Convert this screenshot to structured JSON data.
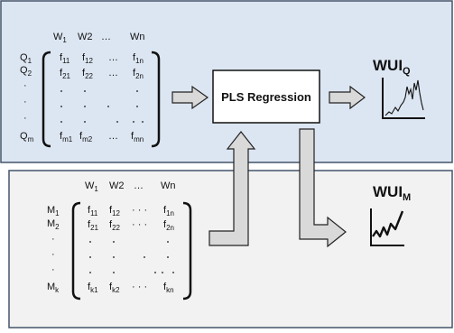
{
  "top_panel": {
    "bg": "#dce6f2",
    "border": "#44546a",
    "col_headers": {
      "w1": "W",
      "w1_sub": "1",
      "w2": "W2",
      "ellipsis": "…",
      "wn": "Wn"
    },
    "row_labels": [
      {
        "main": "Q",
        "sub": "1"
      },
      {
        "main": "Q",
        "sub": "2"
      },
      {
        "main": "·",
        "sub": ""
      },
      {
        "main": "·",
        "sub": ""
      },
      {
        "main": "·",
        "sub": ""
      },
      {
        "main": "Q",
        "sub": "m"
      }
    ],
    "cells": {
      "r1": [
        {
          "main": "f",
          "sub": "11"
        },
        {
          "main": "f",
          "sub": "12"
        },
        {
          "main": "…",
          "sub": ""
        },
        {
          "main": "f",
          "sub": "1n"
        }
      ],
      "r2": [
        {
          "main": "f",
          "sub": "21"
        },
        {
          "main": "f",
          "sub": "22"
        },
        {
          "main": "…",
          "sub": ""
        },
        {
          "main": "f",
          "sub": "2n"
        }
      ],
      "rm": [
        {
          "main": "f",
          "sub": "m1"
        },
        {
          "main": "f",
          "sub": "m2"
        },
        {
          "main": "…",
          "sub": ""
        },
        {
          "main": "f",
          "sub": "mn"
        }
      ]
    },
    "output_label": {
      "main": "WUI",
      "sub": "Q"
    }
  },
  "bottom_panel": {
    "bg": "#f2f2f2",
    "border": "#44546a",
    "col_headers": {
      "w1": "W",
      "w1_sub": "1",
      "w2": "W2",
      "ellipsis": "…",
      "wn": "Wn"
    },
    "row_labels": [
      {
        "main": "M",
        "sub": "1"
      },
      {
        "main": "M",
        "sub": "2"
      },
      {
        "main": "·",
        "sub": ""
      },
      {
        "main": "·",
        "sub": ""
      },
      {
        "main": "·",
        "sub": ""
      },
      {
        "main": "M",
        "sub": "k"
      }
    ],
    "cells": {
      "r1": [
        {
          "main": "f",
          "sub": "11"
        },
        {
          "main": "f",
          "sub": "12"
        },
        {
          "main": "· · ·",
          "sub": ""
        },
        {
          "main": "f",
          "sub": "1n"
        }
      ],
      "r2": [
        {
          "main": "f",
          "sub": "21"
        },
        {
          "main": "f",
          "sub": "22"
        },
        {
          "main": "· · ·",
          "sub": ""
        },
        {
          "main": "f",
          "sub": "2n"
        }
      ],
      "rk": [
        {
          "main": "f",
          "sub": "k1"
        },
        {
          "main": "f",
          "sub": "k2"
        },
        {
          "main": "· · ·",
          "sub": ""
        },
        {
          "main": "f",
          "sub": "kn"
        }
      ]
    },
    "output_label": {
      "main": "WUI",
      "sub": "M"
    }
  },
  "regression_box": {
    "label": "PLS Regression"
  },
  "arrow_fill": "#d9d9d9",
  "arrow_stroke": "#222222"
}
